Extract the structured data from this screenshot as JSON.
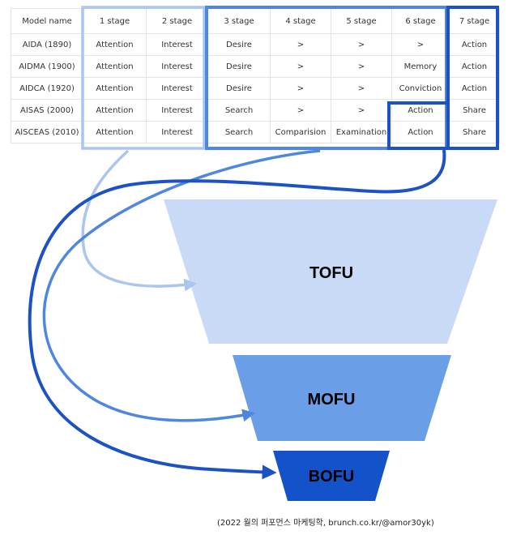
{
  "table": {
    "headers": [
      "Model name",
      "1 stage",
      "2 stage",
      "3 stage",
      "4 stage",
      "5 stage",
      "6 stage",
      "7 stage"
    ],
    "rows": [
      [
        "AIDA (1890)",
        "Attention",
        "Interest",
        "Desire",
        ">",
        ">",
        ">",
        "Action"
      ],
      [
        "AIDMA (1900)",
        "Attention",
        "Interest",
        "Desire",
        ">",
        ">",
        "Memory",
        "Action"
      ],
      [
        "AIDCA (1920)",
        "Attention",
        "Interest",
        "Desire",
        ">",
        ">",
        "Conviction",
        "Action"
      ],
      [
        "AISAS (2000)",
        "Attention",
        "Interest",
        "Search",
        ">",
        ">",
        "Action",
        "Share"
      ],
      [
        "AISCEAS (2010)",
        "Attention",
        "Interest",
        "Search",
        "Comparision",
        "Examination",
        "Action",
        "Share"
      ]
    ]
  },
  "funnel": {
    "tofu": "TOFU",
    "mofu": "MOFU",
    "bofu": "BOFU"
  },
  "colors": {
    "tofu": "#c9daf7",
    "mofu": "#6a9ee6",
    "bofu": "#1452c9",
    "light_box": "#a9c5f0",
    "mid_box": "#4e86e0",
    "dark_box": "#1c52c6"
  },
  "caption": "(2022 월의 퍼포먼스 마케팅학, brunch.co.kr/@amor30yk)"
}
